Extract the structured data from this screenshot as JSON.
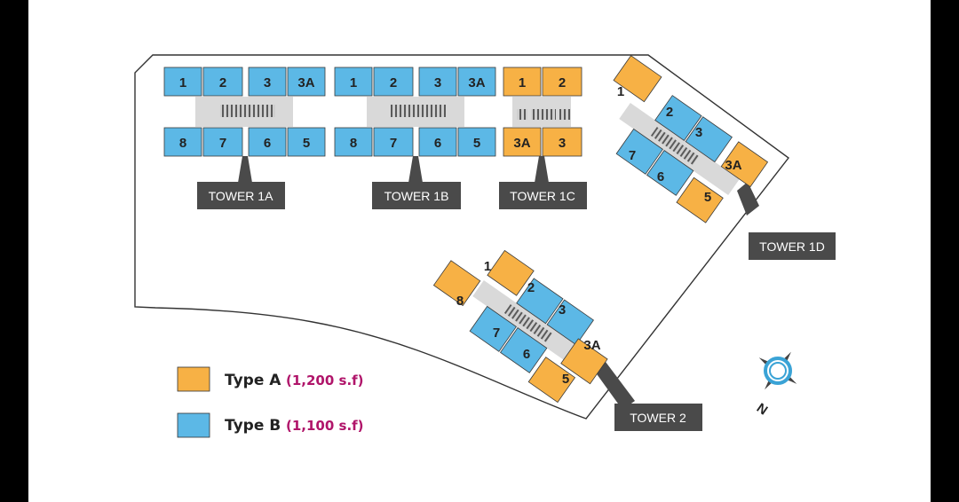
{
  "colors": {
    "type_a": "#F7B145",
    "type_b": "#5CB8E6",
    "label_bg": "#4A4A4A",
    "area_text": "#B0156A",
    "corridor": "#D9D9D9"
  },
  "towers": {
    "t1a": {
      "label": "TOWER 1A",
      "units": [
        {
          "label": "1",
          "type": "B"
        },
        {
          "label": "2",
          "type": "B"
        },
        {
          "label": "3",
          "type": "B"
        },
        {
          "label": "3A",
          "type": "B"
        },
        {
          "label": "8",
          "type": "B"
        },
        {
          "label": "7",
          "type": "B"
        },
        {
          "label": "6",
          "type": "B"
        },
        {
          "label": "5",
          "type": "B"
        }
      ]
    },
    "t1b": {
      "label": "TOWER 1B",
      "units": [
        {
          "label": "1",
          "type": "B"
        },
        {
          "label": "2",
          "type": "B"
        },
        {
          "label": "3",
          "type": "B"
        },
        {
          "label": "3A",
          "type": "B"
        },
        {
          "label": "8",
          "type": "B"
        },
        {
          "label": "7",
          "type": "B"
        },
        {
          "label": "6",
          "type": "B"
        },
        {
          "label": "5",
          "type": "B"
        }
      ]
    },
    "t1c": {
      "label": "TOWER 1C",
      "units": [
        {
          "label": "1",
          "type": "A"
        },
        {
          "label": "2",
          "type": "A"
        },
        {
          "label": "3A",
          "type": "A"
        },
        {
          "label": "3",
          "type": "A"
        }
      ]
    },
    "t1d": {
      "label": "TOWER 1D",
      "units": [
        {
          "label": "1",
          "type": "A"
        },
        {
          "label": "2",
          "type": "B"
        },
        {
          "label": "3",
          "type": "B"
        },
        {
          "label": "3A",
          "type": "A"
        },
        {
          "label": "7",
          "type": "B"
        },
        {
          "label": "6",
          "type": "B"
        },
        {
          "label": "5",
          "type": "A"
        }
      ]
    },
    "t2": {
      "label": "TOWER 2",
      "units": [
        {
          "label": "1",
          "type": "A"
        },
        {
          "label": "8",
          "type": "A"
        },
        {
          "label": "2",
          "type": "B"
        },
        {
          "label": "3",
          "type": "B"
        },
        {
          "label": "3A",
          "type": "A"
        },
        {
          "label": "7",
          "type": "B"
        },
        {
          "label": "6",
          "type": "B"
        },
        {
          "label": "5",
          "type": "A"
        }
      ]
    }
  },
  "legend": {
    "a": {
      "label": "Type A",
      "area": "(1,200 s.f)"
    },
    "b": {
      "label": "Type B",
      "area": "(1,100 s.f)"
    }
  },
  "compass": {
    "letter": "N",
    "icon": "compass-icon"
  }
}
